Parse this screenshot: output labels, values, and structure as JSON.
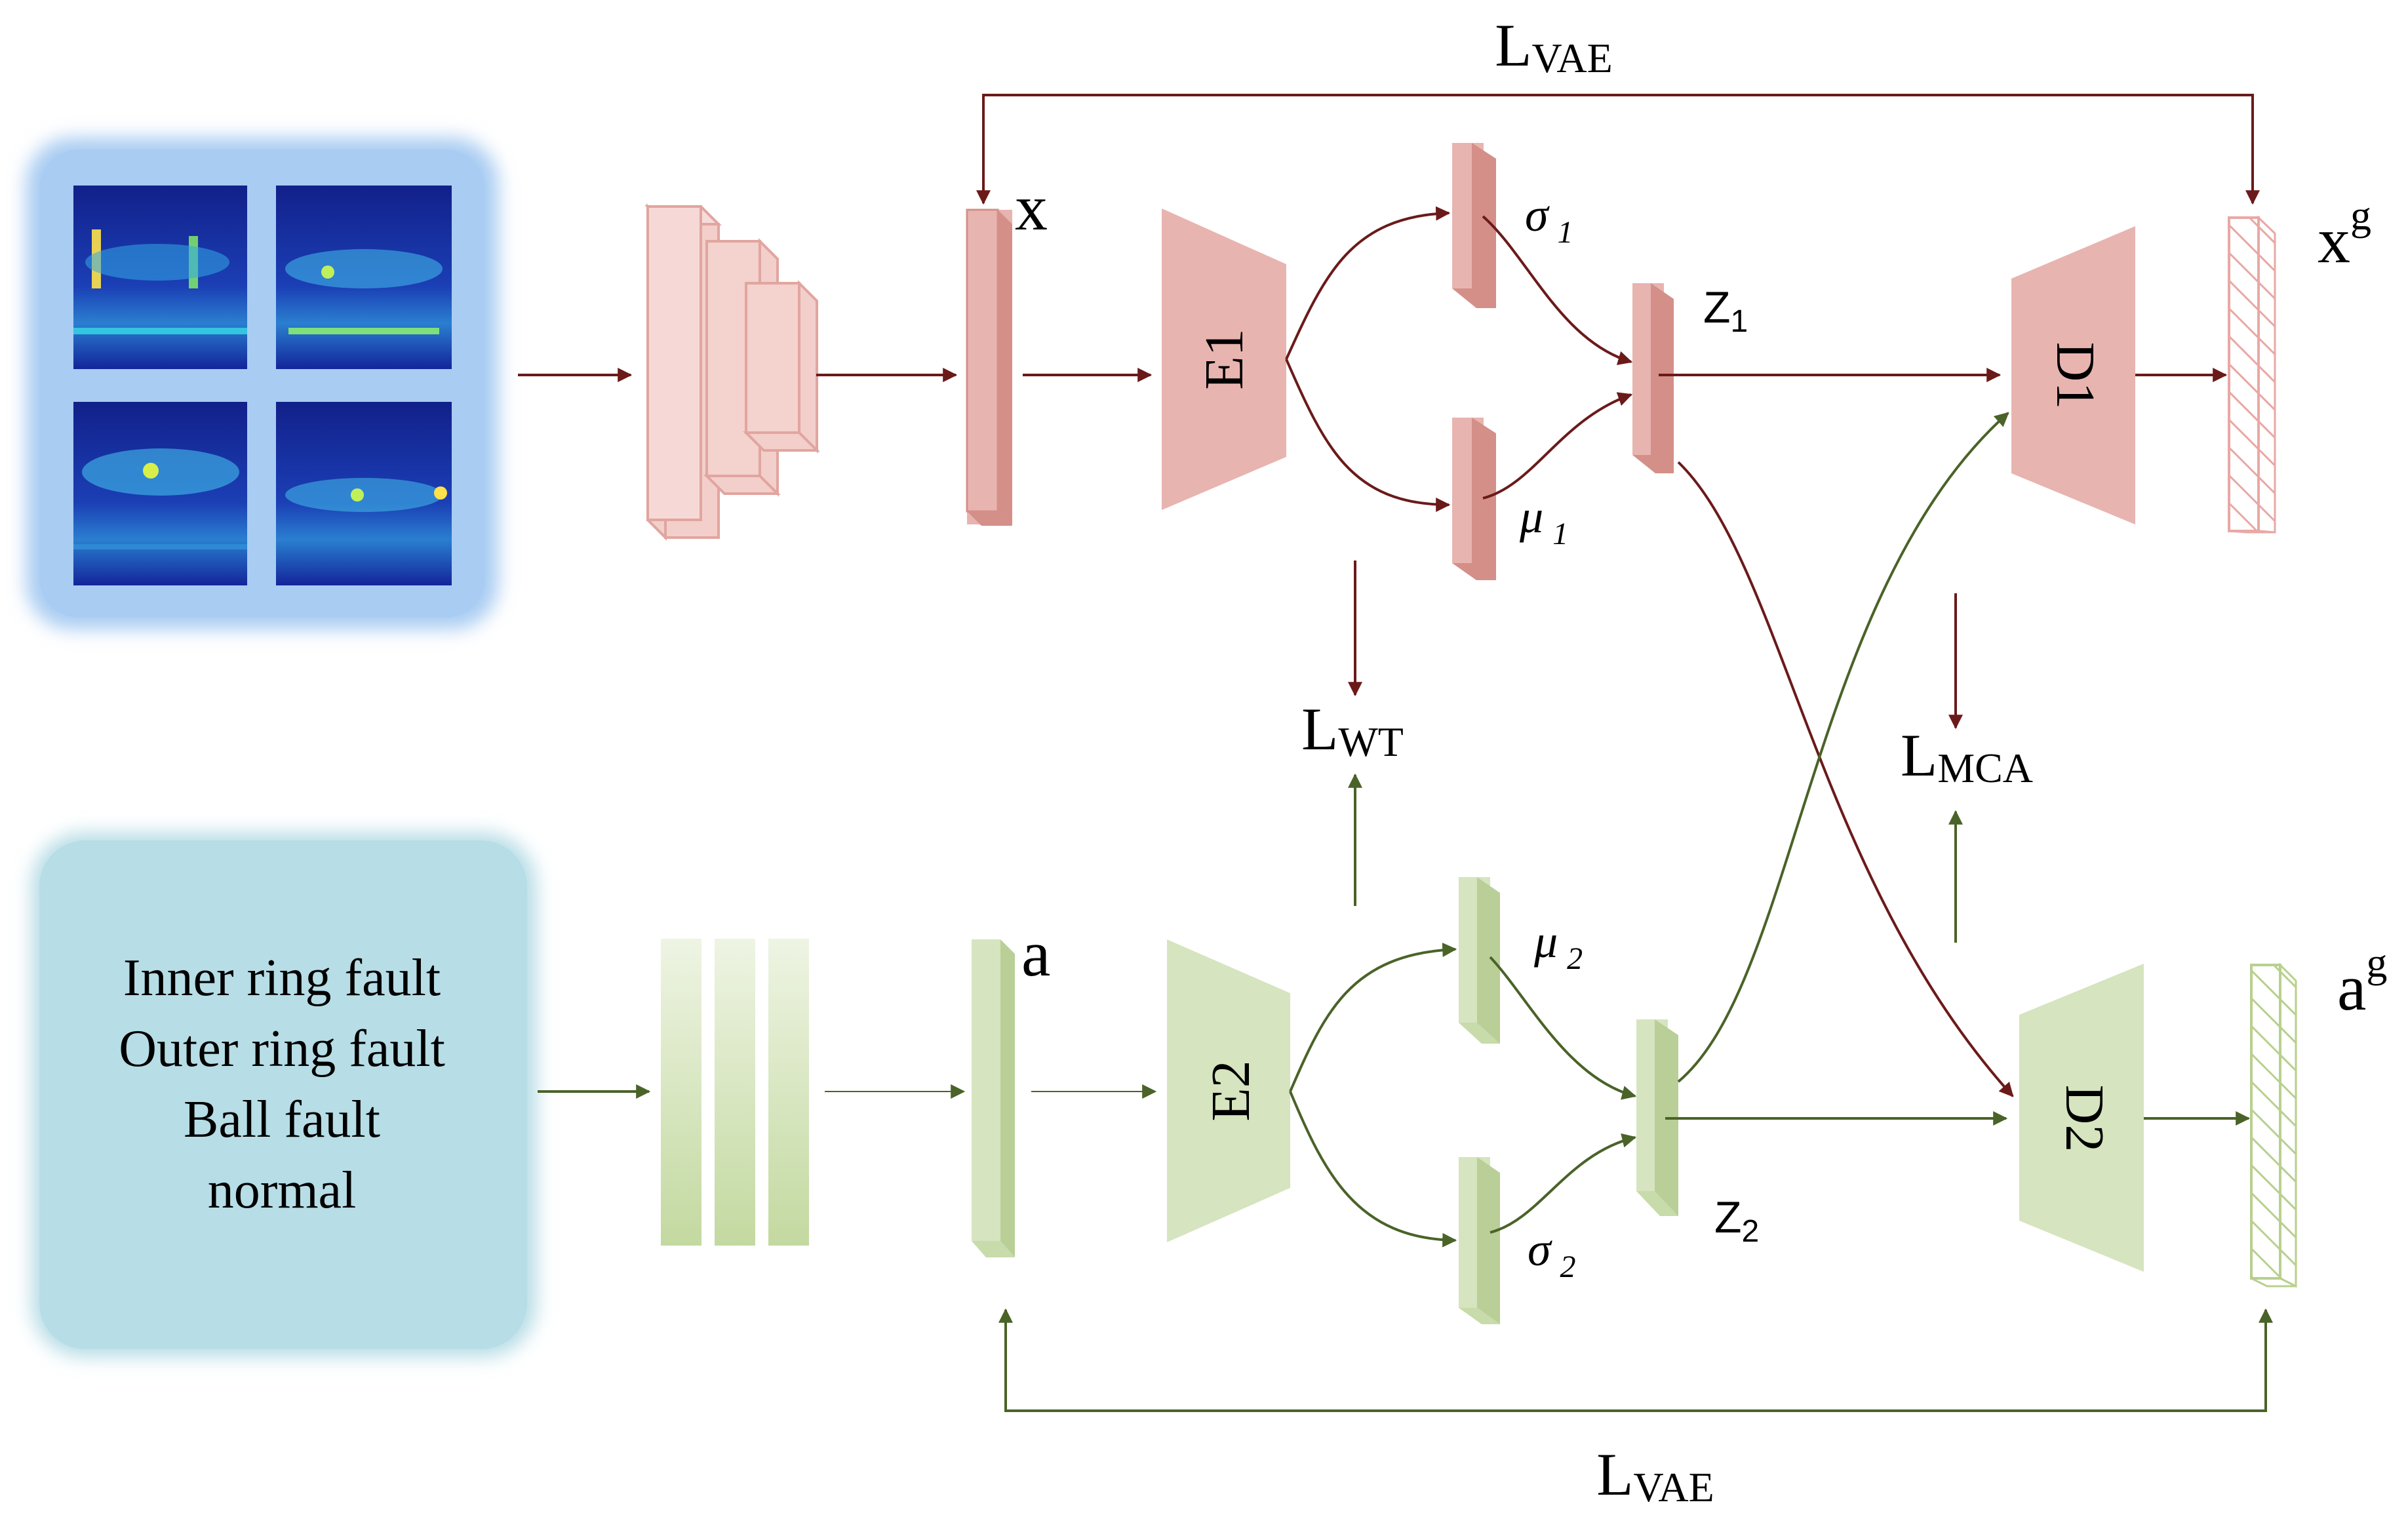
{
  "colors": {
    "red_fill": "#e8b4b0",
    "red_dark": "#d48f89",
    "red_arrow": "#6b1a1a",
    "green_fill": "#d6e4bf",
    "green_dark": "#b9cf97",
    "green_arrow": "#4a6328",
    "blue_panel": "#a9ccf2",
    "teal_panel": "#b7dde6"
  },
  "top_branch": {
    "input_label": "x",
    "encoder_label": "E1",
    "sigma_label": "σ",
    "sigma_sub": "1",
    "mu_label": "μ",
    "mu_sub": "1",
    "z_label": "Z",
    "z_sub": "1",
    "decoder_label": "D1",
    "output_label": "x",
    "output_sup": "g"
  },
  "bottom_branch": {
    "input_label": "a",
    "encoder_label": "E2",
    "mu_label": "μ",
    "mu_sub": "2",
    "sigma_label": "σ",
    "sigma_sub": "2",
    "z_label": "Z",
    "z_sub": "2",
    "decoder_label": "D2",
    "output_label": "a",
    "output_sup": "g"
  },
  "losses": {
    "vae_top": {
      "main": "L",
      "sub": "VAE"
    },
    "vae_bottom": {
      "main": "L",
      "sub": "VAE"
    },
    "wt": {
      "main": "L",
      "sub": "WT"
    },
    "mca": {
      "main": "L",
      "sub": "MCA"
    }
  },
  "attributes": [
    "Inner ring fault",
    "Outer ring fault",
    "Ball fault",
    "normal"
  ]
}
